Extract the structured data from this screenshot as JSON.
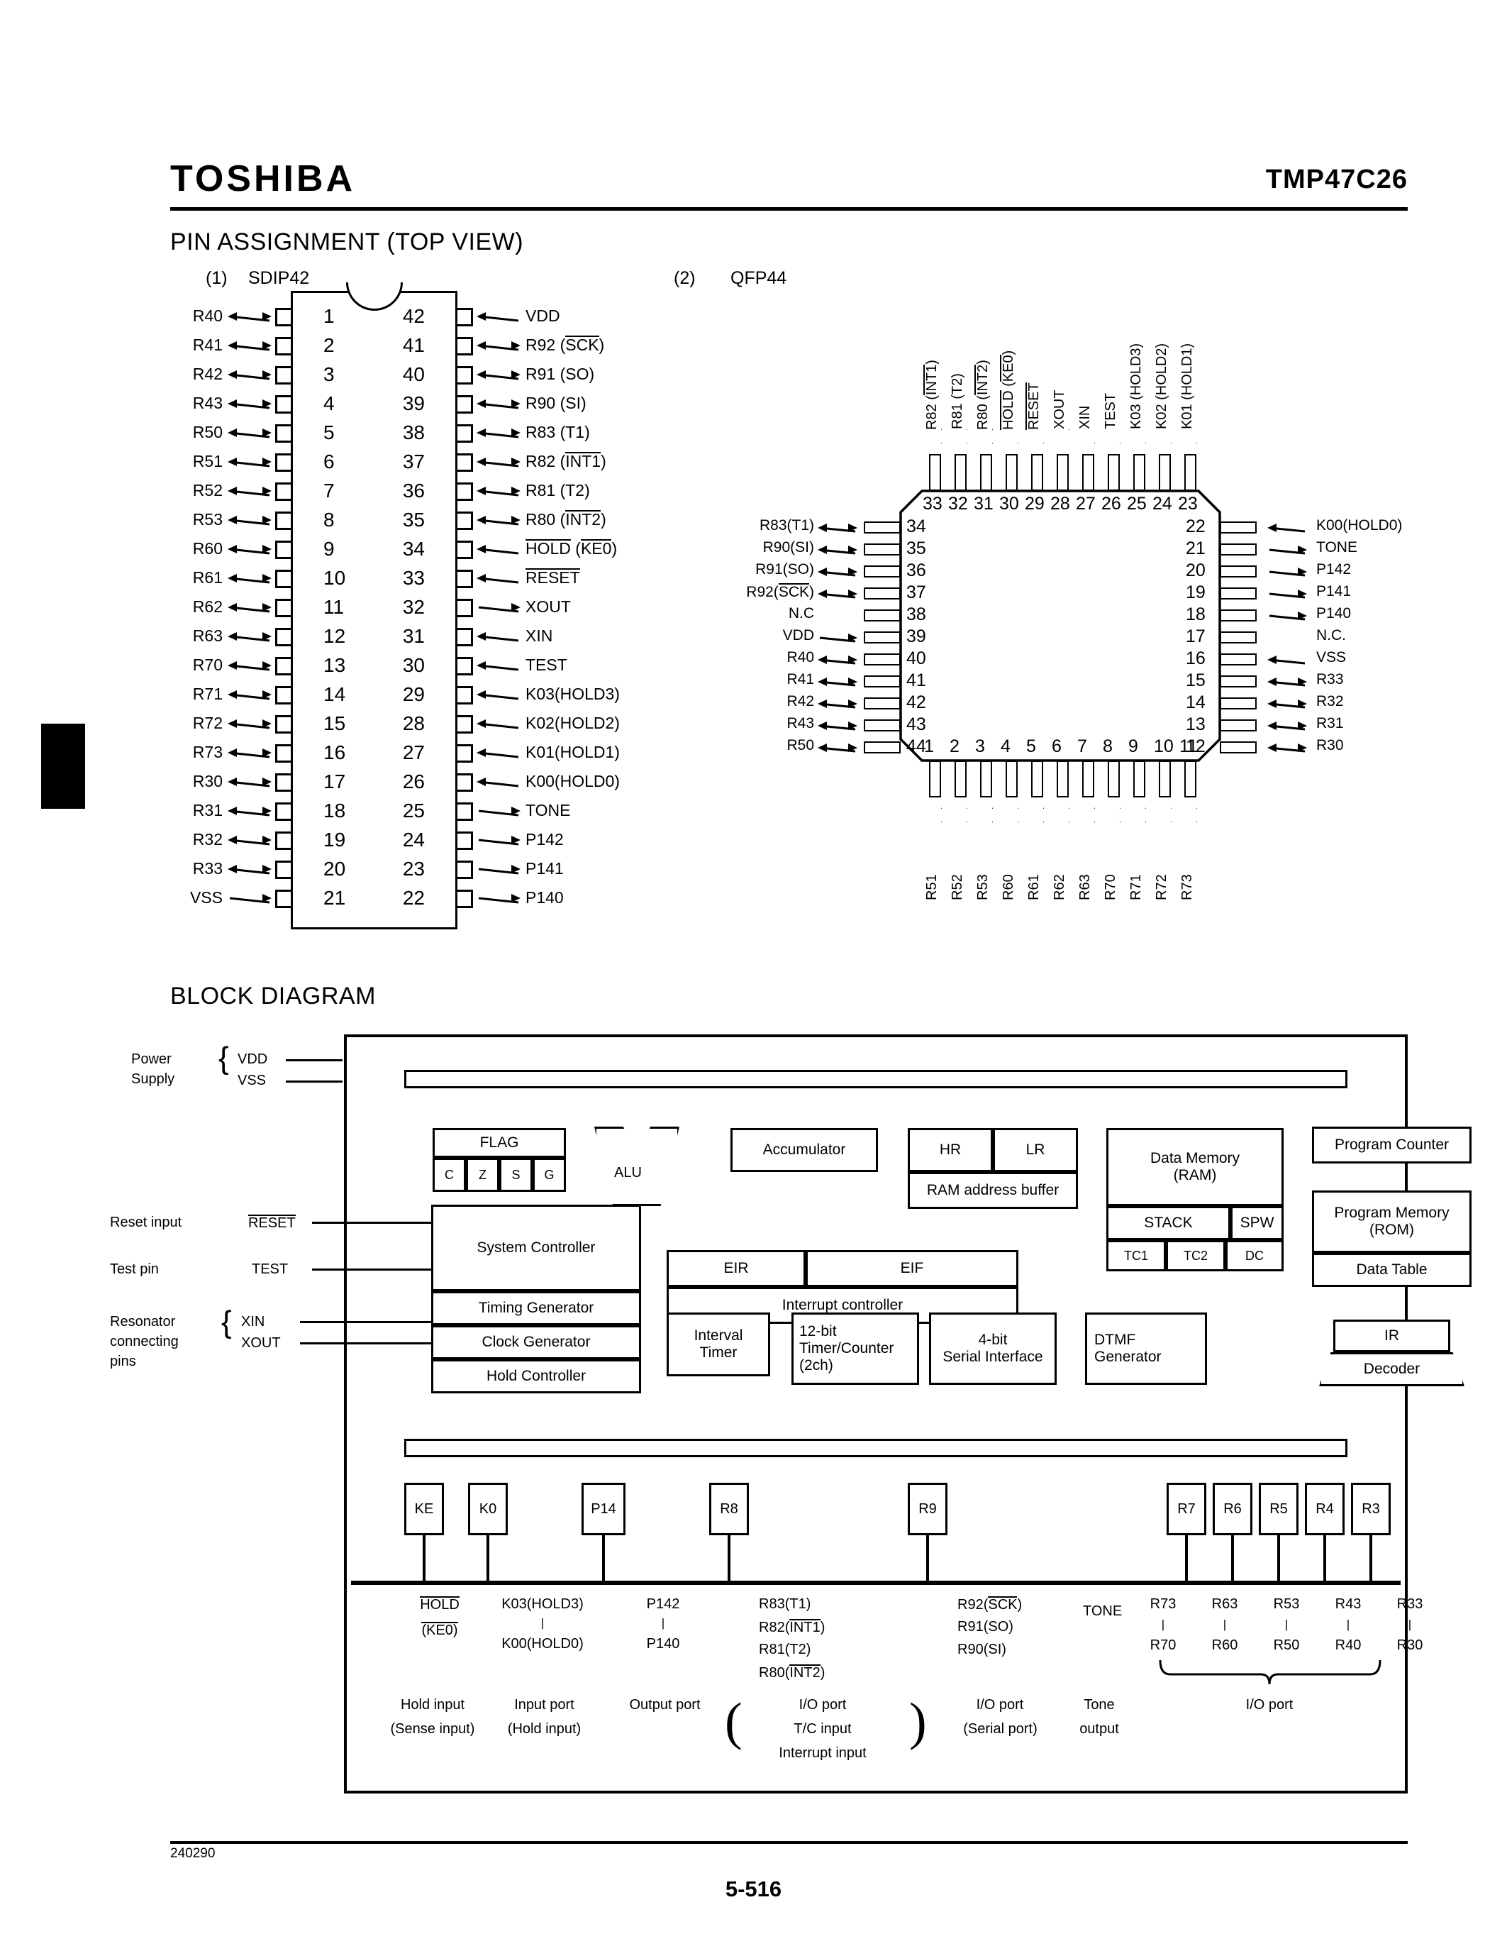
{
  "header": {
    "brand": "TOSHIBA",
    "part_number": "TMP47C26"
  },
  "sections": {
    "pin_assignment_title": "PIN ASSIGNMENT (TOP VIEW)",
    "block_diagram_title": "BLOCK DIAGRAM"
  },
  "packages": {
    "sdip": {
      "index": "(1)",
      "name": "SDIP42"
    },
    "qfp": {
      "index": "(2)",
      "name": "QFP44"
    }
  },
  "sdip42": {
    "left": [
      {
        "pin": "1",
        "label": "R40",
        "dir": "bidir"
      },
      {
        "pin": "2",
        "label": "R41",
        "dir": "bidir"
      },
      {
        "pin": "3",
        "label": "R42",
        "dir": "bidir"
      },
      {
        "pin": "4",
        "label": "R43",
        "dir": "bidir"
      },
      {
        "pin": "5",
        "label": "R50",
        "dir": "bidir"
      },
      {
        "pin": "6",
        "label": "R51",
        "dir": "bidir"
      },
      {
        "pin": "7",
        "label": "R52",
        "dir": "bidir"
      },
      {
        "pin": "8",
        "label": "R53",
        "dir": "bidir"
      },
      {
        "pin": "9",
        "label": "R60",
        "dir": "bidir"
      },
      {
        "pin": "10",
        "label": "R61",
        "dir": "bidir"
      },
      {
        "pin": "11",
        "label": "R62",
        "dir": "bidir"
      },
      {
        "pin": "12",
        "label": "R63",
        "dir": "bidir"
      },
      {
        "pin": "13",
        "label": "R70",
        "dir": "bidir"
      },
      {
        "pin": "14",
        "label": "R71",
        "dir": "bidir"
      },
      {
        "pin": "15",
        "label": "R72",
        "dir": "bidir"
      },
      {
        "pin": "16",
        "label": "R73",
        "dir": "bidir"
      },
      {
        "pin": "17",
        "label": "R30",
        "dir": "bidir"
      },
      {
        "pin": "18",
        "label": "R31",
        "dir": "bidir"
      },
      {
        "pin": "19",
        "label": "R32",
        "dir": "bidir"
      },
      {
        "pin": "20",
        "label": "R33",
        "dir": "bidir"
      },
      {
        "pin": "21",
        "label": "VSS",
        "dir": "in"
      }
    ],
    "right": [
      {
        "pin": "42",
        "label": "VDD",
        "dir": "in"
      },
      {
        "pin": "41",
        "label": "R92 (SCK)",
        "ovl": "SCK",
        "dir": "bidir"
      },
      {
        "pin": "40",
        "label": "R91 (SO)",
        "dir": "bidir"
      },
      {
        "pin": "39",
        "label": "R90 (SI)",
        "dir": "bidir"
      },
      {
        "pin": "38",
        "label": "R83 (T1)",
        "dir": "bidir"
      },
      {
        "pin": "37",
        "label": "R82 (INT1)",
        "ovl": "INT1",
        "dir": "bidir"
      },
      {
        "pin": "36",
        "label": "R81 (T2)",
        "dir": "bidir"
      },
      {
        "pin": "35",
        "label": "R80 (INT2)",
        "ovl": "INT2",
        "dir": "bidir"
      },
      {
        "pin": "34",
        "label": "HOLD (KE0)",
        "ovl": "HOLD KE0",
        "dir": "in"
      },
      {
        "pin": "33",
        "label": "RESET",
        "ovl": "RESET",
        "dir": "in"
      },
      {
        "pin": "32",
        "label": "XOUT",
        "dir": "out"
      },
      {
        "pin": "31",
        "label": "XIN",
        "dir": "in"
      },
      {
        "pin": "30",
        "label": "TEST",
        "dir": "in"
      },
      {
        "pin": "29",
        "label": "K03(HOLD3)",
        "dir": "in"
      },
      {
        "pin": "28",
        "label": "K02(HOLD2)",
        "dir": "in"
      },
      {
        "pin": "27",
        "label": "K01(HOLD1)",
        "dir": "in"
      },
      {
        "pin": "26",
        "label": "K00(HOLD0)",
        "dir": "in"
      },
      {
        "pin": "25",
        "label": "TONE",
        "dir": "out"
      },
      {
        "pin": "24",
        "label": "P142",
        "dir": "out"
      },
      {
        "pin": "23",
        "label": "P141",
        "dir": "out"
      },
      {
        "pin": "22",
        "label": "P140",
        "dir": "out"
      }
    ]
  },
  "qfp44": {
    "top": [
      {
        "pin": "33",
        "label": "R82 (INT1)",
        "ovl": "INT1",
        "dir": "bidir"
      },
      {
        "pin": "32",
        "label": "R81 (T2)",
        "dir": "bidir"
      },
      {
        "pin": "31",
        "label": "R80 (INT2)",
        "ovl": "INT2",
        "dir": "bidir"
      },
      {
        "pin": "30",
        "label": "HOLD (KE0)",
        "ovl": "HOLD KE0",
        "dir": "in"
      },
      {
        "pin": "29",
        "label": "RESET",
        "ovl": "RESET",
        "dir": "in"
      },
      {
        "pin": "28",
        "label": "XOUT",
        "dir": "out"
      },
      {
        "pin": "27",
        "label": "XIN",
        "dir": "in"
      },
      {
        "pin": "26",
        "label": "TEST",
        "dir": "in"
      },
      {
        "pin": "25",
        "label": "K03 (HOLD3)",
        "dir": "in"
      },
      {
        "pin": "24",
        "label": "K02 (HOLD2)",
        "dir": "in"
      },
      {
        "pin": "23",
        "label": "K01 (HOLD1)",
        "dir": "in"
      }
    ],
    "left": [
      {
        "pin": "34",
        "label": "R83(T1)",
        "dir": "bidir"
      },
      {
        "pin": "35",
        "label": "R90(SI)",
        "dir": "bidir"
      },
      {
        "pin": "36",
        "label": "R91(SO)",
        "dir": "bidir"
      },
      {
        "pin": "37",
        "label": "R92(SCK)",
        "ovl": "SCK",
        "dir": "bidir"
      },
      {
        "pin": "38",
        "label": "N.C",
        "dir": "none"
      },
      {
        "pin": "39",
        "label": "VDD",
        "dir": "out"
      },
      {
        "pin": "40",
        "label": "R40",
        "dir": "bidir"
      },
      {
        "pin": "41",
        "label": "R41",
        "dir": "bidir"
      },
      {
        "pin": "42",
        "label": "R42",
        "dir": "bidir"
      },
      {
        "pin": "43",
        "label": "R43",
        "dir": "bidir"
      },
      {
        "pin": "44",
        "label": "R50",
        "dir": "bidir"
      }
    ],
    "right": [
      {
        "pin": "22",
        "label": "K00(HOLD0)",
        "dir": "in"
      },
      {
        "pin": "21",
        "label": "TONE",
        "dir": "out"
      },
      {
        "pin": "20",
        "label": "P142",
        "dir": "out"
      },
      {
        "pin": "19",
        "label": "P141",
        "dir": "out"
      },
      {
        "pin": "18",
        "label": "P140",
        "dir": "out"
      },
      {
        "pin": "17",
        "label": "N.C.",
        "dir": "none"
      },
      {
        "pin": "16",
        "label": "VSS",
        "dir": "in"
      },
      {
        "pin": "15",
        "label": "R33",
        "dir": "bidir"
      },
      {
        "pin": "14",
        "label": "R32",
        "dir": "bidir"
      },
      {
        "pin": "13",
        "label": "R31",
        "dir": "bidir"
      },
      {
        "pin": "12",
        "label": "R30",
        "dir": "bidir"
      }
    ],
    "bottom": [
      {
        "pin": "1",
        "label": "R51",
        "dir": "bidir"
      },
      {
        "pin": "2",
        "label": "R52",
        "dir": "bidir"
      },
      {
        "pin": "3",
        "label": "R53",
        "dir": "bidir"
      },
      {
        "pin": "4",
        "label": "R60",
        "dir": "bidir"
      },
      {
        "pin": "5",
        "label": "R61",
        "dir": "bidir"
      },
      {
        "pin": "6",
        "label": "R62",
        "dir": "bidir"
      },
      {
        "pin": "7",
        "label": "R63",
        "dir": "bidir"
      },
      {
        "pin": "8",
        "label": "R70",
        "dir": "bidir"
      },
      {
        "pin": "9",
        "label": "R71",
        "dir": "bidir"
      },
      {
        "pin": "10",
        "label": "R72",
        "dir": "bidir"
      },
      {
        "pin": "11",
        "label": "R73",
        "dir": "bidir"
      }
    ]
  },
  "block_diagram": {
    "external_labels": {
      "power_supply_1": "Power",
      "power_supply_2": "Supply",
      "vdd": "VDD",
      "vss": "VSS",
      "reset_input": "Reset input",
      "reset_signal": "RESET",
      "test_pin": "Test pin",
      "test_signal": "TEST",
      "resonator_1": "Resonator",
      "resonator_2": "connecting",
      "resonator_3": "pins",
      "xin": "XIN",
      "xout": "XOUT"
    },
    "blocks": {
      "flag": "FLAG",
      "flag_bits": [
        "C",
        "Z",
        "S",
        "G"
      ],
      "alu": "ALU",
      "accumulator": "Accumulator",
      "hr": "HR",
      "lr": "LR",
      "ram_address_buffer": "RAM address buffer",
      "data_memory_1": "Data Memory",
      "data_memory_2": "(RAM)",
      "stack": "STACK",
      "spw": "SPW",
      "tc1": "TC1",
      "tc2": "TC2",
      "dc": "DC",
      "program_counter": "Program Counter",
      "program_memory_1": "Program Memory",
      "program_memory_2": "(ROM)",
      "data_table": "Data Table",
      "eir": "EIR",
      "eif": "EIF",
      "interrupt_controller": "Interrupt controller",
      "system_controller": "System Controller",
      "timing_generator": "Timing Generator",
      "clock_generator": "Clock Generator",
      "hold_controller": "Hold Controller",
      "interval_timer_1": "Interval",
      "interval_timer_2": "Timer",
      "timer_counter_1": "12-bit",
      "timer_counter_2": "Timer/Counter",
      "timer_counter_3": "(2ch)",
      "serial_interface_1": "4-bit",
      "serial_interface_2": "Serial Interface",
      "dtmf_1": "DTMF",
      "dtmf_2": "Generator",
      "ir": "IR",
      "decoder": "Decoder"
    },
    "ports": [
      "KE",
      "K0",
      "P14",
      "R8",
      "R9",
      "R7",
      "R6",
      "R5",
      "R4",
      "R3"
    ],
    "port_signals": {
      "hold": "HOLD",
      "ke0": "(KE0)",
      "k03": "K03(HOLD3)",
      "k00": "K00(HOLD0)",
      "p142": "P142",
      "p140": "P140",
      "r83": "R83(T1)",
      "r82": "R82(INT1)",
      "r81": "R81(T2)",
      "r80": "R80(INT2)",
      "r92": "R92(SCK)",
      "r91": "R91(SO)",
      "r90": "R90(SI)",
      "tone": "TONE",
      "io_top": [
        "R73",
        "R63",
        "R53",
        "R43",
        "R33"
      ],
      "io_bot": [
        "R70",
        "R60",
        "R50",
        "R40",
        "R30"
      ]
    },
    "port_descriptions": {
      "hold_input_1": "Hold input",
      "hold_input_2": "(Sense input)",
      "input_port_1": "Input port",
      "input_port_2": "(Hold input)",
      "output_port": "Output port",
      "io_tc_1": "I/O port",
      "io_tc_2": "T/C input",
      "io_tc_3": "Interrupt input",
      "io_serial_1": "I/O port",
      "io_serial_2": "(Serial port)",
      "tone_out_1": "Tone",
      "tone_out_2": "output",
      "io_port": "I/O port"
    }
  },
  "footer": {
    "code": "240290",
    "page": "5-516"
  }
}
